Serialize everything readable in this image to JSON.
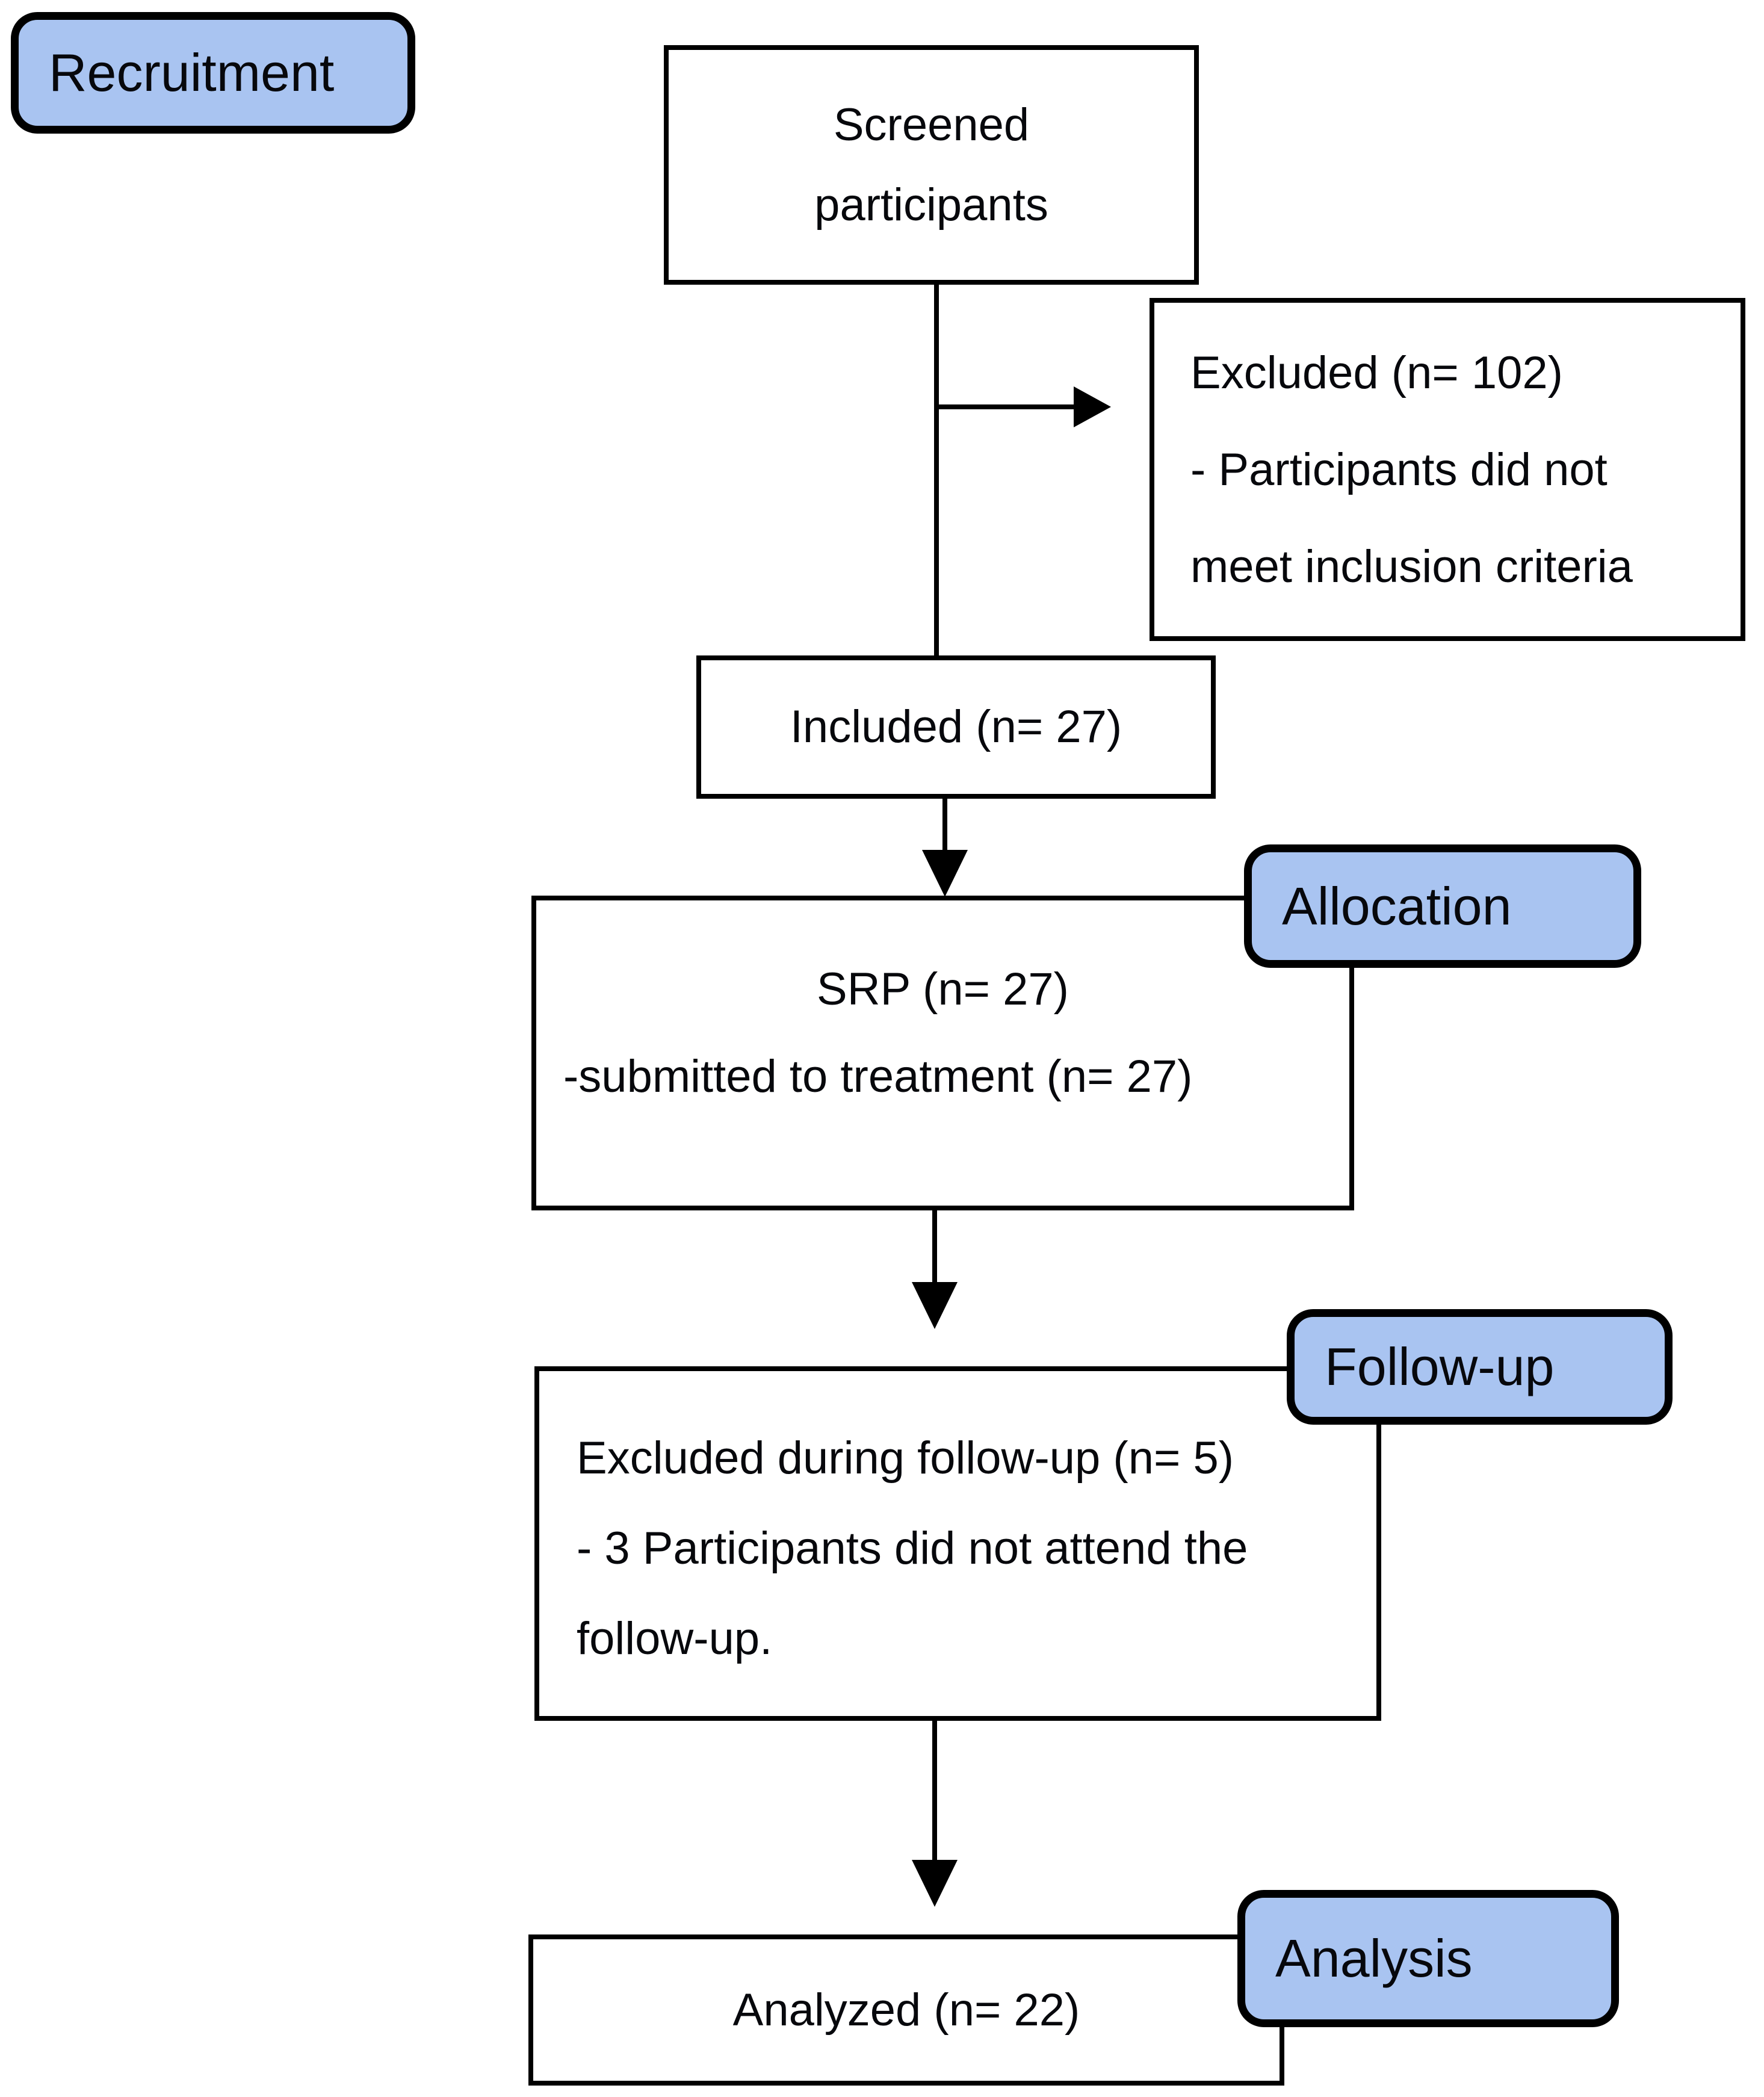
{
  "colors": {
    "label_fill": "#a9c4f1",
    "line": "#000000",
    "text": "#07080c",
    "background": "#ffffff"
  },
  "stages": {
    "recruitment": "Recruitment",
    "allocation": "Allocation",
    "follow_up": "Follow-up",
    "analysis": "Analysis"
  },
  "boxes": {
    "screened": {
      "lines": [
        "Screened",
        "participants"
      ]
    },
    "excluded": {
      "lines": [
        "Excluded (n= 102)",
        "- Participants did not",
        "meet inclusion criteria"
      ]
    },
    "included": {
      "lines": [
        "Included (n= 27)"
      ]
    },
    "srp": {
      "lines": [
        "SRP (n= 27)",
        "-submitted to treatment (n= 27)"
      ]
    },
    "follow_up_excluded": {
      "lines": [
        "Excluded during follow-up (n= 5)",
        "- 3 Participants did not attend the",
        "follow-up."
      ]
    },
    "analyzed": {
      "lines": [
        "Analyzed (n= 22)"
      ]
    }
  }
}
